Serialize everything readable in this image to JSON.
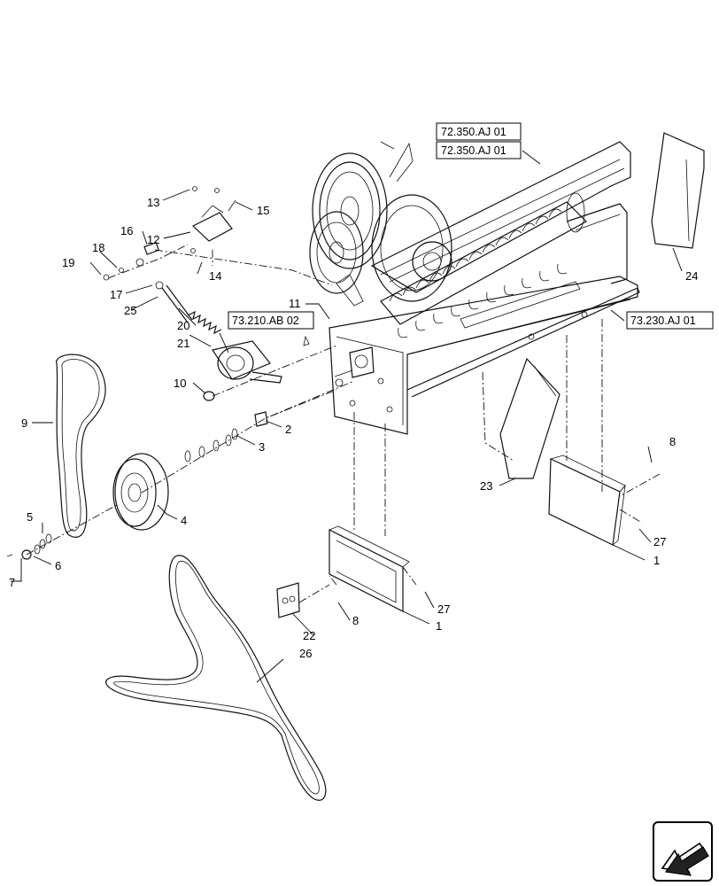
{
  "diagram": {
    "references": [
      "72.350.AJ 01",
      "72.350.AJ 01",
      "73.210.AB 02",
      "73.230.AJ 01"
    ],
    "callouts": [
      "1",
      "1",
      "2",
      "3",
      "4",
      "5",
      "6",
      "7",
      "8",
      "8",
      "9",
      "10",
      "11",
      "12",
      "13",
      "14",
      "15",
      "16",
      "17",
      "18",
      "19",
      "20",
      "21",
      "22",
      "23",
      "24",
      "25",
      "26",
      "27",
      "27"
    ],
    "nav_icon": "view-direction-arrow-icon"
  }
}
